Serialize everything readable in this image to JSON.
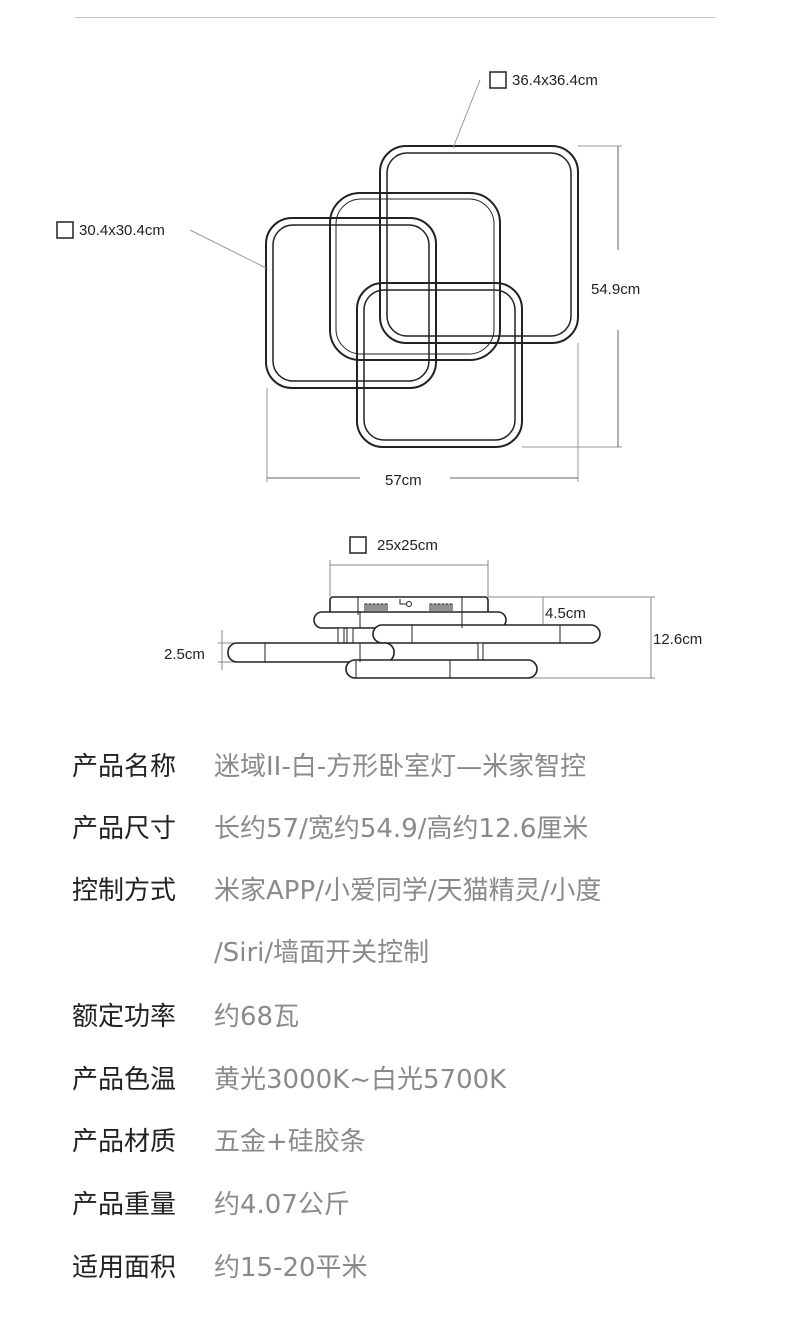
{
  "diagram": {
    "top_view": {
      "large_ring_size": "36.4x36.4cm",
      "small_ring_size": "30.4x30.4cm",
      "depth": "54.9cm",
      "width": "57cm"
    },
    "side_view": {
      "canopy_size": "25x25cm",
      "canopy_height": "4.5cm",
      "total_height": "12.6cm",
      "ring_thickness": "2.5cm"
    },
    "line_color": "#222222"
  },
  "specs": [
    {
      "label": "产品名称",
      "value": "迷域II-白-方形卧室灯—米家智控"
    },
    {
      "label": "产品尺寸",
      "value": "长约57/宽约54.9/高约12.6厘米"
    },
    {
      "label": "控制方式",
      "value": "米家APP/小爱同学/天猫精灵/小度"
    },
    {
      "label": "",
      "value": "/Siri/墙面开关控制"
    },
    {
      "label": "额定功率",
      "value": "约68瓦"
    },
    {
      "label": "产品色温",
      "value": "黄光3000K~白光5700K"
    },
    {
      "label": "产品材质",
      "value": "五金+硅胶条"
    },
    {
      "label": "产品重量",
      "value": "约4.07公斤"
    },
    {
      "label": "适用面积",
      "value": "约15-20平米"
    }
  ]
}
